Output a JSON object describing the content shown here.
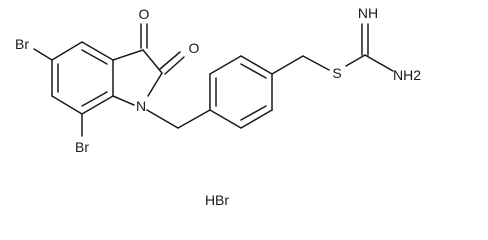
{
  "atoms": {
    "o_top": "O",
    "o_right": "O",
    "n_ring": "N",
    "br_upper": "Br",
    "br_lower": "Br",
    "s_link": "S",
    "nh_imine": "NH",
    "nh2_amine": "NH2"
  },
  "salt": "HBr"
}
